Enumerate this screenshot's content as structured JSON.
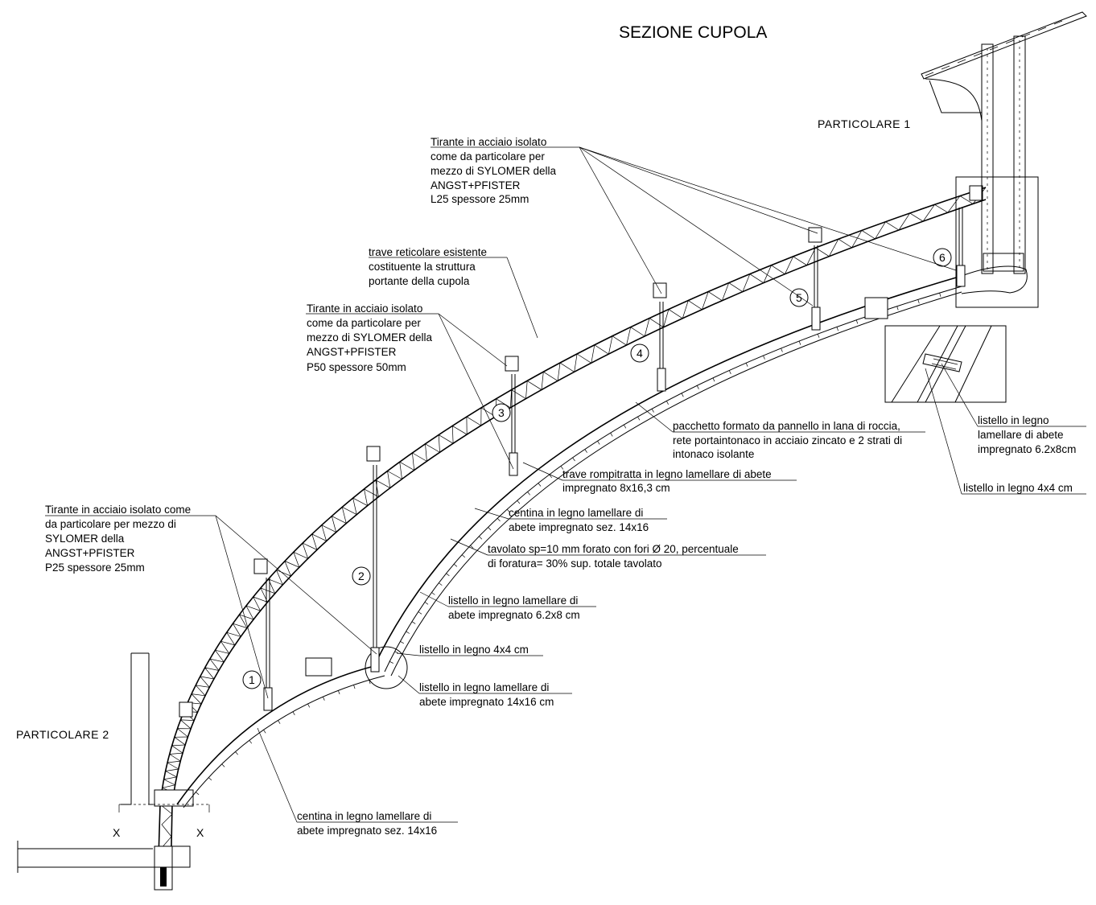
{
  "title": "SEZIONE CUPOLA",
  "detail_1": "PARTICOLARE  1",
  "detail_2": "PARTICOLARE  2",
  "section_mark": "X",
  "tie_numbers": [
    "1",
    "2",
    "3",
    "4",
    "5",
    "6"
  ],
  "labels": {
    "tie_l25": [
      "Tirante in acciaio isolato",
      "come da particolare per",
      "mezzo di SYLOMER della",
      "ANGST+PFISTER",
      "L25 spessore 25mm"
    ],
    "truss": [
      "trave reticolare esistente",
      "costituente la struttura",
      "portante della cupola"
    ],
    "tie_p50": [
      "Tirante in acciaio isolato",
      "come da particolare per",
      "mezzo di SYLOMER della",
      "ANGST+PFISTER",
      "P50 spessore 50mm"
    ],
    "tie_p25": [
      "Tirante in acciaio isolato come",
      "da particolare per mezzo di",
      "SYLOMER della",
      "ANGST+PFISTER",
      "P25 spessore 25mm"
    ],
    "package": [
      "pacchetto formato da pannello in lana di roccia,",
      "rete portaintonaco in acciaio zincato e 2 strati di",
      "intonaco isolante"
    ],
    "purlin": [
      "trave rompitratta in legno lamellare di abete",
      "impregnato 8x16,3 cm"
    ],
    "rib_upper": [
      "centina in legno lamellare di",
      "abete impregnato sez. 14x16"
    ],
    "boarding": [
      "tavolato sp=10 mm forato con fori Ø 20, percentuale",
      "di foratura= 30% sup. totale tavolato"
    ],
    "batten_62x8": [
      "listello in legno lamellare di",
      "abete impregnato 6.2x8 cm"
    ],
    "batten_4x4": [
      "listello in legno 4x4 cm"
    ],
    "batten_14x16": [
      "listello in legno lamellare di",
      "abete impregnato 14x16 cm"
    ],
    "rib_lower": [
      "centina in legno lamellare di",
      "abete impregnato sez. 14x16"
    ],
    "detail_batten": [
      "listello in legno",
      "lamellare di abete",
      "impregnato 6.2x8cm"
    ],
    "detail_batten_4x4": [
      "listello in legno 4x4 cm"
    ]
  }
}
